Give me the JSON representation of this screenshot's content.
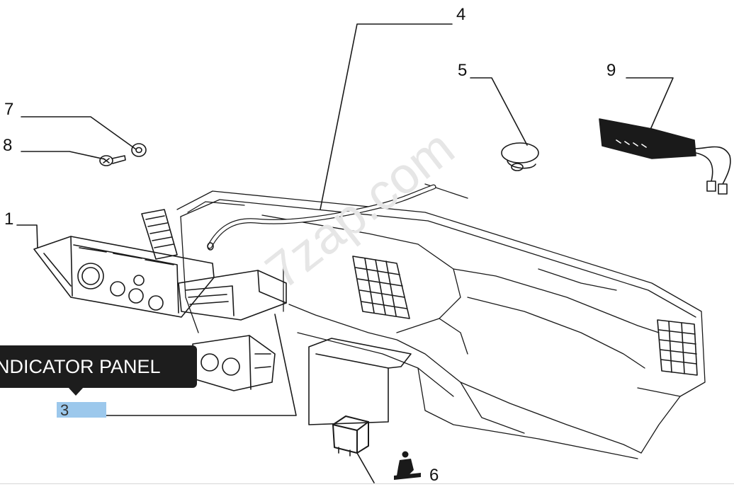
{
  "callouts": {
    "n1": "1",
    "n3": "3",
    "n4": "4",
    "n5": "5",
    "n6": "6",
    "n7": "7",
    "n8": "8",
    "n9": "9"
  },
  "tooltip": {
    "text": "NDICATOR PANEL"
  },
  "watermark": "7zap.com"
}
